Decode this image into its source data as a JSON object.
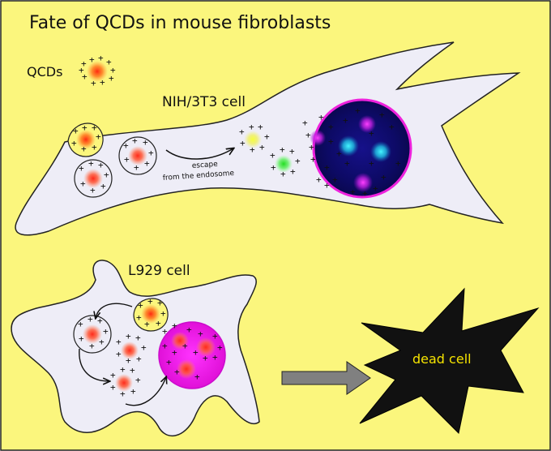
{
  "title": "Fate of QCDs in mouse fibroblasts",
  "legend": {
    "qcds_label": "QCDs"
  },
  "cell_top": {
    "label": "NIH/3T3 cell",
    "annotation_line1": "escape",
    "annotation_line2": "from the endosome"
  },
  "cell_bottom": {
    "label": "L929 cell"
  },
  "outcome": {
    "label": "dead cell"
  },
  "colors": {
    "background": "#fbf67d",
    "cell_fill": "#eeedf7",
    "nucleus_top": "#0d0a66",
    "nucleus_bottom": "#ee11dd",
    "qcd_core": "#ee2222",
    "dead_cell": "#111111",
    "dead_cell_text": "#f5e300",
    "arrow": "#808080"
  }
}
